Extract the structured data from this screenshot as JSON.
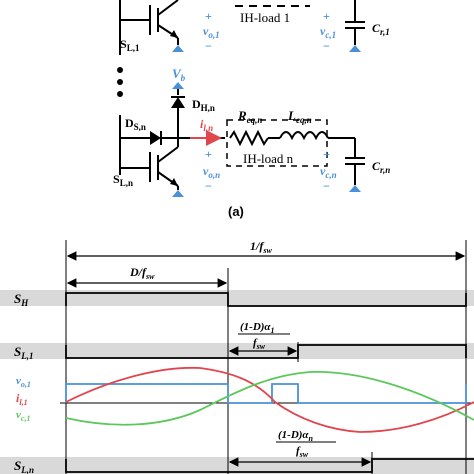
{
  "circuit": {
    "switch_1": {
      "main": "S",
      "sub": "L,1"
    },
    "switch_n": {
      "main": "S",
      "sub": "L,n"
    },
    "vb": {
      "main": "V",
      "sub": "b"
    },
    "dh": {
      "main": "D",
      "sub": "H,n"
    },
    "ds": {
      "main": "D",
      "sub": "S,n"
    },
    "il": {
      "main": "i",
      "sub": "l,n"
    },
    "req": {
      "main": "R",
      "sub": "eq,n"
    },
    "leq": {
      "main": "L",
      "sub": "eq,n"
    },
    "load_1": "IH-load 1",
    "load_n": "IH-load n",
    "vo_1": {
      "main": "v",
      "sub": "o,1"
    },
    "vo_n": {
      "main": "v",
      "sub": "o,n"
    },
    "vc_1": {
      "main": "v",
      "sub": "c,1"
    },
    "vc_n": {
      "main": "v",
      "sub": "c,n"
    },
    "cr_1": {
      "main": "C",
      "sub": "r,1"
    },
    "cr_n": {
      "main": "C",
      "sub": "r,n"
    },
    "plus": "+",
    "minus": "−",
    "panel_label": "(a)"
  },
  "timing": {
    "period": {
      "num": "1/f",
      "sub": "sw"
    },
    "duty": {
      "num": "D/f",
      "sub": "sw"
    },
    "delay_1": {
      "num": "(1-D)α",
      "num_sub": "1",
      "den": "f",
      "den_sub": "sw"
    },
    "delay_n": {
      "num": "(1-D)α",
      "num_sub": "n",
      "den": "f",
      "den_sub": "sw"
    },
    "row_sh": {
      "main": "S",
      "sub": "H"
    },
    "row_sl1": {
      "main": "S",
      "sub": "L,1"
    },
    "row_sln": {
      "main": "S",
      "sub": "L,n"
    },
    "wave_vo": {
      "main": "v",
      "sub": "o,1"
    },
    "wave_il": {
      "main": "i",
      "sub": "l,1"
    },
    "wave_vc": {
      "main": "v",
      "sub": "c,1"
    }
  },
  "colors": {
    "blue": "#4a90d9",
    "red": "#e0464e",
    "green": "#5cc85c",
    "gray_band": "#d9d9d9",
    "line": "#000000"
  }
}
